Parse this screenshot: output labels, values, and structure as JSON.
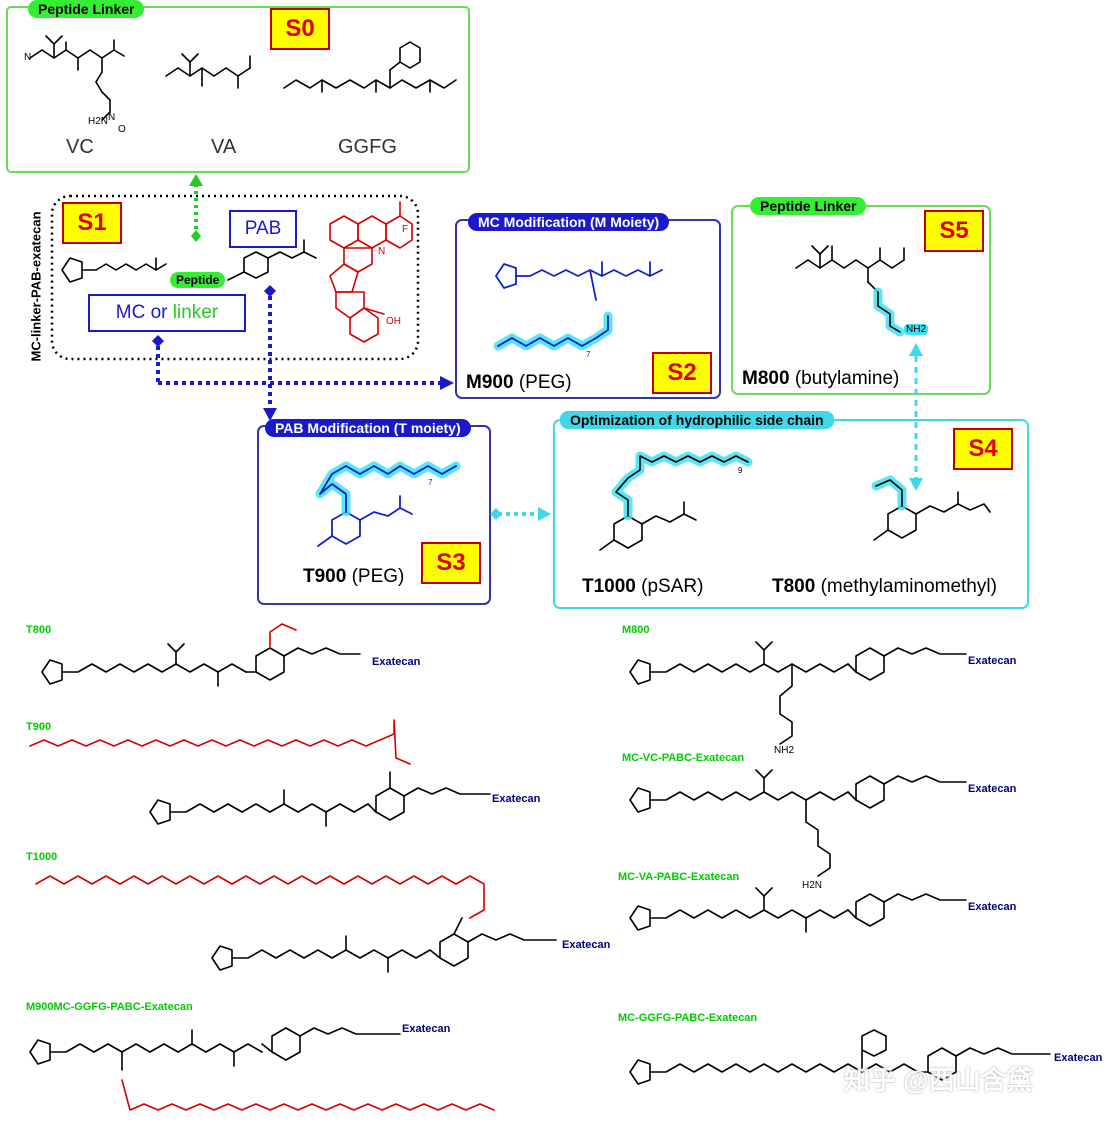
{
  "panels": {
    "s0": {
      "header": "Peptide Linker",
      "tag": "S0",
      "labels": [
        "VC",
        "VA",
        "GGFG"
      ]
    },
    "s1": {
      "side_title": "MC-linker-PAB-exatecan",
      "tag": "S1",
      "pab": "PAB",
      "peptide": "Peptide",
      "mc_or": "MC or",
      "linker": "linker"
    },
    "s2": {
      "header": "MC Modification (M Moiety)",
      "tag": "S2",
      "name": "M900",
      "desc": "(PEG)"
    },
    "s3": {
      "header": "PAB Modification (T moiety)",
      "tag": "S3",
      "name": "T900",
      "desc": "(PEG)"
    },
    "s4": {
      "header": "Optimization of hydrophilic side chain",
      "tag": "S4",
      "name1": "T1000",
      "desc1": "(pSAR)",
      "name2": "T800",
      "desc2": "(methylaminomethyl)"
    },
    "s5": {
      "header": "Peptide Linker",
      "tag": "S5",
      "name": "M800",
      "desc": "(butylamine)"
    }
  },
  "bottom": {
    "left": [
      {
        "label": "T800",
        "payload": "Exatecan"
      },
      {
        "label": "T900",
        "payload": "Exatecan"
      },
      {
        "label": "T1000",
        "payload": "Exatecan"
      },
      {
        "label": "M900MC-GGFG-PABC-Exatecan",
        "payload": "Exatecan"
      }
    ],
    "right": [
      {
        "label": "M800",
        "payload": "Exatecan"
      },
      {
        "label": "MC-VC-PABC-Exatecan",
        "payload": "Exatecan"
      },
      {
        "label": "MC-VA-PABC-Exatecan",
        "payload": "Exatecan"
      },
      {
        "label": "MC-GGFG-PABC-Exatecan",
        "payload": "Exatecan"
      }
    ]
  },
  "atoms": {
    "nh": "N",
    "h": "H",
    "o": "O",
    "nh2": "NH2",
    "h2n": "H2N",
    "oh": "OH",
    "f": "F",
    "n": "N",
    "sub7": "7",
    "sub9": "9"
  },
  "watermark": "知乎 @西山含黛",
  "colors": {
    "green": "#00cc00",
    "blue": "#1a1acc",
    "cyan": "#40d8e8",
    "red": "#d40000",
    "yellow": "#ffff00"
  }
}
